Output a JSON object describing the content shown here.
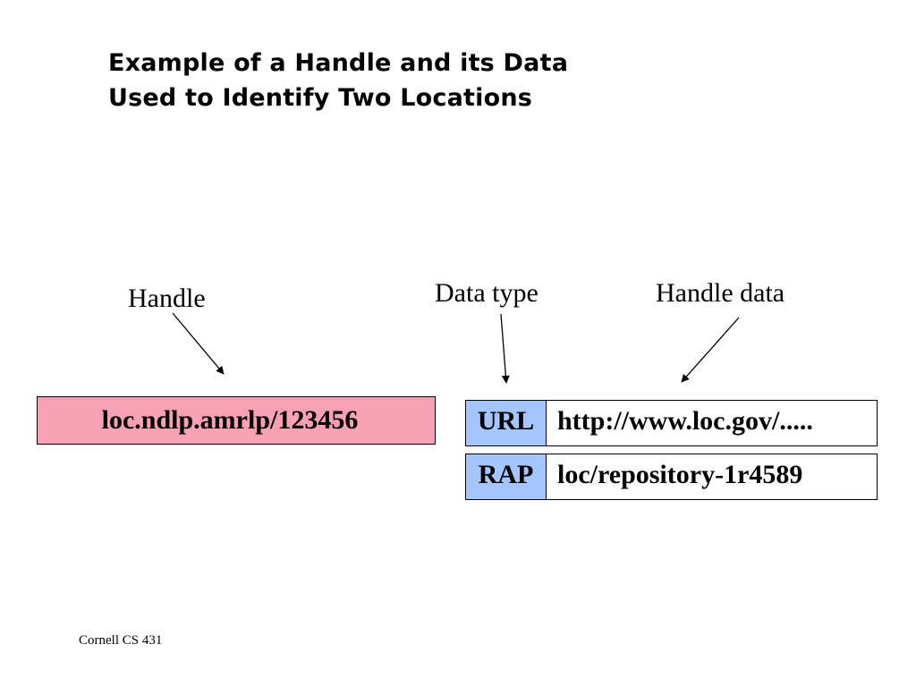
{
  "title": {
    "line1": "Example of a Handle and its Data",
    "line2": "Used to Identify Two Locations"
  },
  "labels": {
    "handle": "Handle",
    "data_type": "Data type",
    "handle_data": "Handle data"
  },
  "handle_value": "loc.ndlp.amrlp/123456",
  "records": [
    {
      "type": "URL",
      "data": "http://www.loc.gov/....."
    },
    {
      "type": "RAP",
      "data": "loc/repository-1r4589"
    }
  ],
  "colors": {
    "handle_fill": "#f9a1b4",
    "type_fill": "#a5c5ff",
    "data_fill": "#ffffff",
    "stroke": "#000000"
  },
  "footer": "Cornell CS 431"
}
